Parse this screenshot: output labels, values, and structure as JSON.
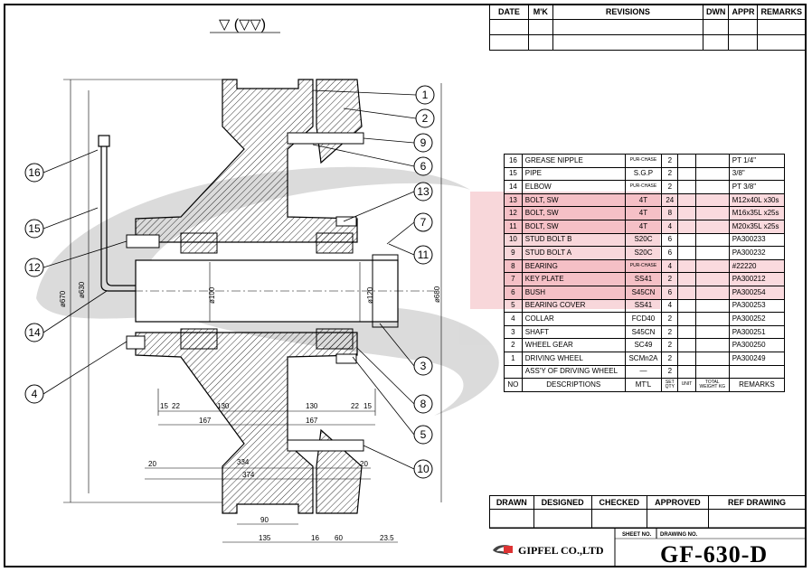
{
  "surface_symbol": "▽ (▽▽)",
  "revisions": {
    "headers": [
      "DATE",
      "M'K",
      "REVISIONS",
      "DWN",
      "APPR",
      "REMARKS"
    ]
  },
  "bom": {
    "rows": [
      {
        "no": "16",
        "desc": "GREASE NIPPLE",
        "mtl": "PUR-CHASE",
        "qty": "2",
        "remarks": "PT 1/4\"",
        "hl": false
      },
      {
        "no": "15",
        "desc": "PIPE",
        "mtl": "S.G.P",
        "qty": "2",
        "remarks": "3/8\"",
        "hl": false
      },
      {
        "no": "14",
        "desc": "ELBOW",
        "mtl": "PUR-CHASE",
        "qty": "2",
        "remarks": "PT 3/8\"",
        "hl": false
      },
      {
        "no": "13",
        "desc": "BOLT, SW",
        "mtl": "4T",
        "qty": "24",
        "remarks": "M12x40L x30s",
        "hl": true
      },
      {
        "no": "12",
        "desc": "BOLT, SW",
        "mtl": "4T",
        "qty": "8",
        "remarks": "M16x35L x25s",
        "hl": true
      },
      {
        "no": "11",
        "desc": "BOLT, SW",
        "mtl": "4T",
        "qty": "4",
        "remarks": "M20x35L x25s",
        "hl": true
      },
      {
        "no": "10",
        "desc": "STUD BOLT B",
        "mtl": "S20C",
        "qty": "6",
        "remarks": "PA300233",
        "hl": false
      },
      {
        "no": "9",
        "desc": "STUD BOLT A",
        "mtl": "S20C",
        "qty": "6",
        "remarks": "PA300232",
        "hl": false
      },
      {
        "no": "8",
        "desc": "BEARING",
        "mtl": "PUR-CHASE",
        "qty": "4",
        "remarks": "#22220",
        "hl": true
      },
      {
        "no": "7",
        "desc": "KEY PLATE",
        "mtl": "SS41",
        "qty": "2",
        "remarks": "PA300212",
        "hl": true
      },
      {
        "no": "6",
        "desc": "BUSH",
        "mtl": "S45CN",
        "qty": "6",
        "remarks": "PA300254",
        "hl": true
      },
      {
        "no": "5",
        "desc": "BEARING COVER",
        "mtl": "SS41",
        "qty": "4",
        "remarks": "PA300253",
        "hl": false
      },
      {
        "no": "4",
        "desc": "COLLAR",
        "mtl": "FCD40",
        "qty": "2",
        "remarks": "PA300252",
        "hl": false
      },
      {
        "no": "3",
        "desc": "SHAFT",
        "mtl": "S45CN",
        "qty": "2",
        "remarks": "PA300251",
        "hl": false
      },
      {
        "no": "2",
        "desc": "WHEEL GEAR",
        "mtl": "SC49",
        "qty": "2",
        "remarks": "PA300250",
        "hl": false
      },
      {
        "no": "1",
        "desc": "DRIVING WHEEL",
        "mtl": "SCMn2A",
        "qty": "2",
        "remarks": "PA300249",
        "hl": false
      }
    ],
    "assy": {
      "desc": "ASS'Y OF DRIVING WHEEL",
      "mtl": "—",
      "qty": "2"
    },
    "footer": {
      "no": "NO",
      "desc": "DESCRIPTIONS",
      "mtl": "MT'L",
      "set": "SET",
      "qty": "QTY",
      "unit": "UNIT",
      "total": "TOTAL",
      "weight": "WEIGHT KG",
      "remarks": "REMARKS"
    }
  },
  "signoff": {
    "headers": [
      "DRAWN",
      "DESIGNED",
      "CHECKED",
      "APPROVED",
      "REF DRAWING"
    ]
  },
  "title_block": {
    "company": "GIPFEL CO.,LTD",
    "sheet_no_label": "SHEET NO.",
    "drawing_no_label": "DRAWING NO.",
    "drawing_no": "GF-630-D"
  },
  "callouts": [
    "1",
    "2",
    "9",
    "6",
    "13",
    "7",
    "11",
    "16",
    "15",
    "12",
    "14",
    "4",
    "3",
    "8",
    "5",
    "10"
  ],
  "dimensions": {
    "d670": "ø670",
    "d630": "ø630",
    "d680": "ø680",
    "d100": "ø100",
    "d120": "ø120",
    "h130a": "130",
    "h130b": "130",
    "h15": "15",
    "h22a": "22",
    "h22b": "22",
    "h15b": "15",
    "h167a": "167",
    "h167b": "167",
    "h20a": "20",
    "h20b": "20",
    "h334": "334",
    "h374": "374",
    "h90": "90",
    "h135": "135",
    "h16": "16",
    "h60": "60",
    "h23": "23.5"
  },
  "colors": {
    "highlight": "#f096a0",
    "watermark": "#c8c8c8",
    "watermark_red": "#f3b7bd"
  }
}
